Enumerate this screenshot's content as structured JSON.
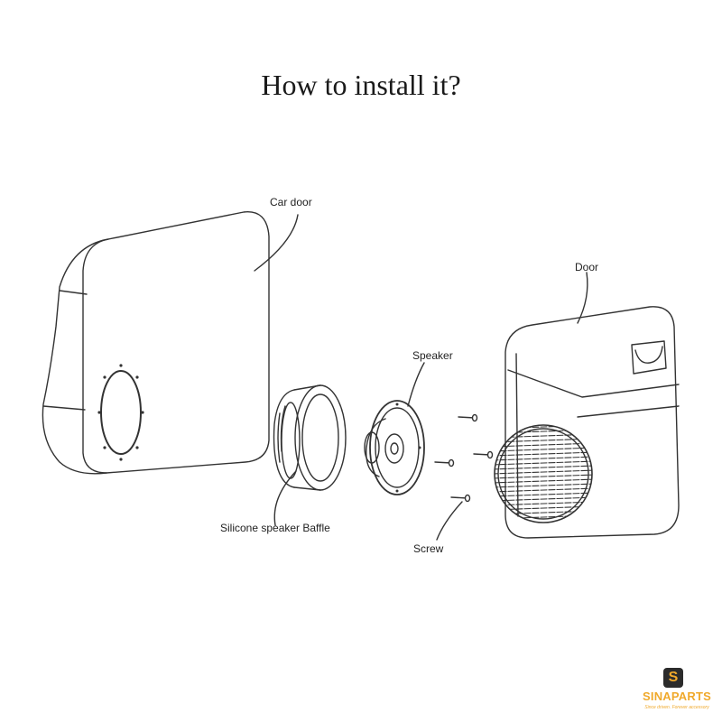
{
  "title": "How to install it?",
  "labels": {
    "car_door": "Car door",
    "door": "Door",
    "speaker": "Speaker",
    "baffle": "Silicone speaker Baffle",
    "screw": "Screw"
  },
  "logo": {
    "badge": "S",
    "brand": "SINAPARTS",
    "slogan": "Since driven. Forever accessory"
  },
  "colors": {
    "line": "#333333",
    "brand": "#f0a92b"
  }
}
